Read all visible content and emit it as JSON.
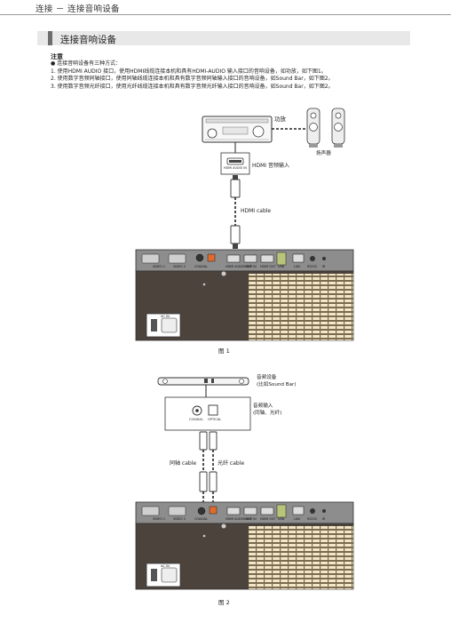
{
  "header": {
    "title": "连接 － 连接音响设备"
  },
  "section": {
    "title": "连接音响设备"
  },
  "note": {
    "title": "注意",
    "lines": [
      "● 连接音响设备有三种方式：",
      "1. 使用HDMI AUDIO 接口，使用HDMI线缆连接本机和具有HDMI-AUDIO 输入接口的音响设备，如功放，如下图1。",
      "2. 使用数字音频同轴接口，使用同轴线缆连接本机和具有数字音频同轴输入接口的音响设备，如Sound Bar，如下图2。",
      "3. 使用数字音频光纤接口，使用光纤线缆连接本机和具有数字音频光纤输入接口的音响设备，如Sound Bar，如下图2。"
    ]
  },
  "figure1": {
    "amp_label": "功放",
    "speaker_label": "扬声器",
    "hdmi_input_label": "HDMI 音频输入",
    "hdmi_port_text": "HDMI AUDIO IN",
    "cable_label": "HDMI cable",
    "ac_label": "AC IN",
    "caption": "图 1"
  },
  "figure2": {
    "device_label_1": "音频设备",
    "device_label_2": "(比如Sound Bar)",
    "input_label_1": "音频输入",
    "input_label_2": "(同轴、光纤)",
    "coax_text": "COAXIAL",
    "optical_text": "OPTICAL",
    "coax_cable_label": "同轴 cable",
    "optical_cable_label": "光纤 cable",
    "ac_label": "AC IN",
    "caption": "图 2"
  },
  "rear_panel": {
    "port_labels": [
      "VIDEO 1",
      "VIDEO 2",
      "COAXIAL",
      "HDMI AUDIO OUT",
      "HDMI IN",
      "HDMI OUT",
      "USB",
      "LAN",
      "RS232",
      "IR"
    ]
  }
}
